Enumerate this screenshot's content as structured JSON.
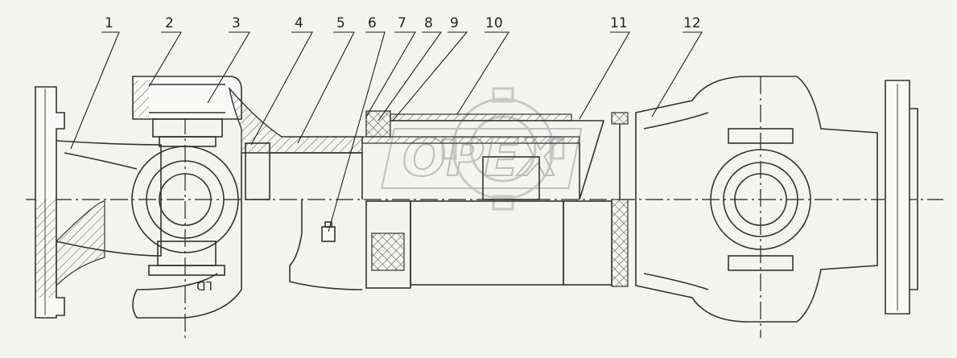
{
  "callouts": [
    {
      "number": "1"
    },
    {
      "number": "2"
    },
    {
      "number": "3"
    },
    {
      "number": "4"
    },
    {
      "number": "5"
    },
    {
      "number": "6"
    },
    {
      "number": "7"
    },
    {
      "number": "8"
    },
    {
      "number": "9"
    },
    {
      "number": "10"
    },
    {
      "number": "11"
    },
    {
      "number": "12"
    }
  ],
  "flange_marking": "LD",
  "watermark": "OPEX",
  "colors": {
    "line": "#333333",
    "background": "#f3f3f0",
    "watermark": "#bdbdbd"
  }
}
